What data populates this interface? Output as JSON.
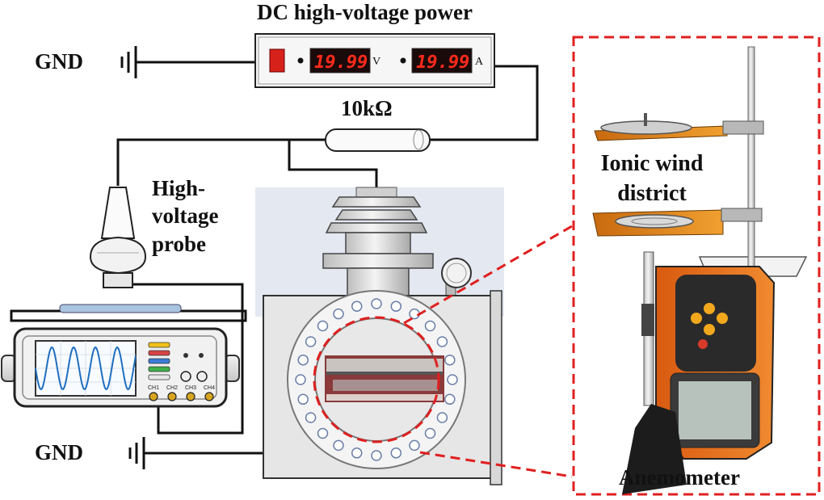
{
  "labels": {
    "power_supply": "DC high-voltage power",
    "resistor": "10kΩ",
    "gnd_top": "GND",
    "gnd_bottom": "GND",
    "probe": "High-voltage probe",
    "ionic_wind": "Ionic wind district",
    "anemometer": "Anemometer"
  },
  "power_display": {
    "voltage": "19.99",
    "voltage_unit": "V",
    "current": "19.99",
    "current_unit": "A"
  },
  "oscilloscope_channels": [
    "CH1",
    "CH2",
    "CH3",
    "CH4"
  ],
  "colors": {
    "wire": "#111111",
    "callout": "#e02020",
    "display_red": "#ff2a1a",
    "wave": "#1f6fc0",
    "chamber_metal": "#e2e2e2",
    "platform": "#d9801f"
  },
  "icons": [
    "ground-symbol",
    "oscilloscope-icon",
    "probe-icon",
    "anemometer-icon",
    "stand-icon",
    "chamber-icon"
  ]
}
